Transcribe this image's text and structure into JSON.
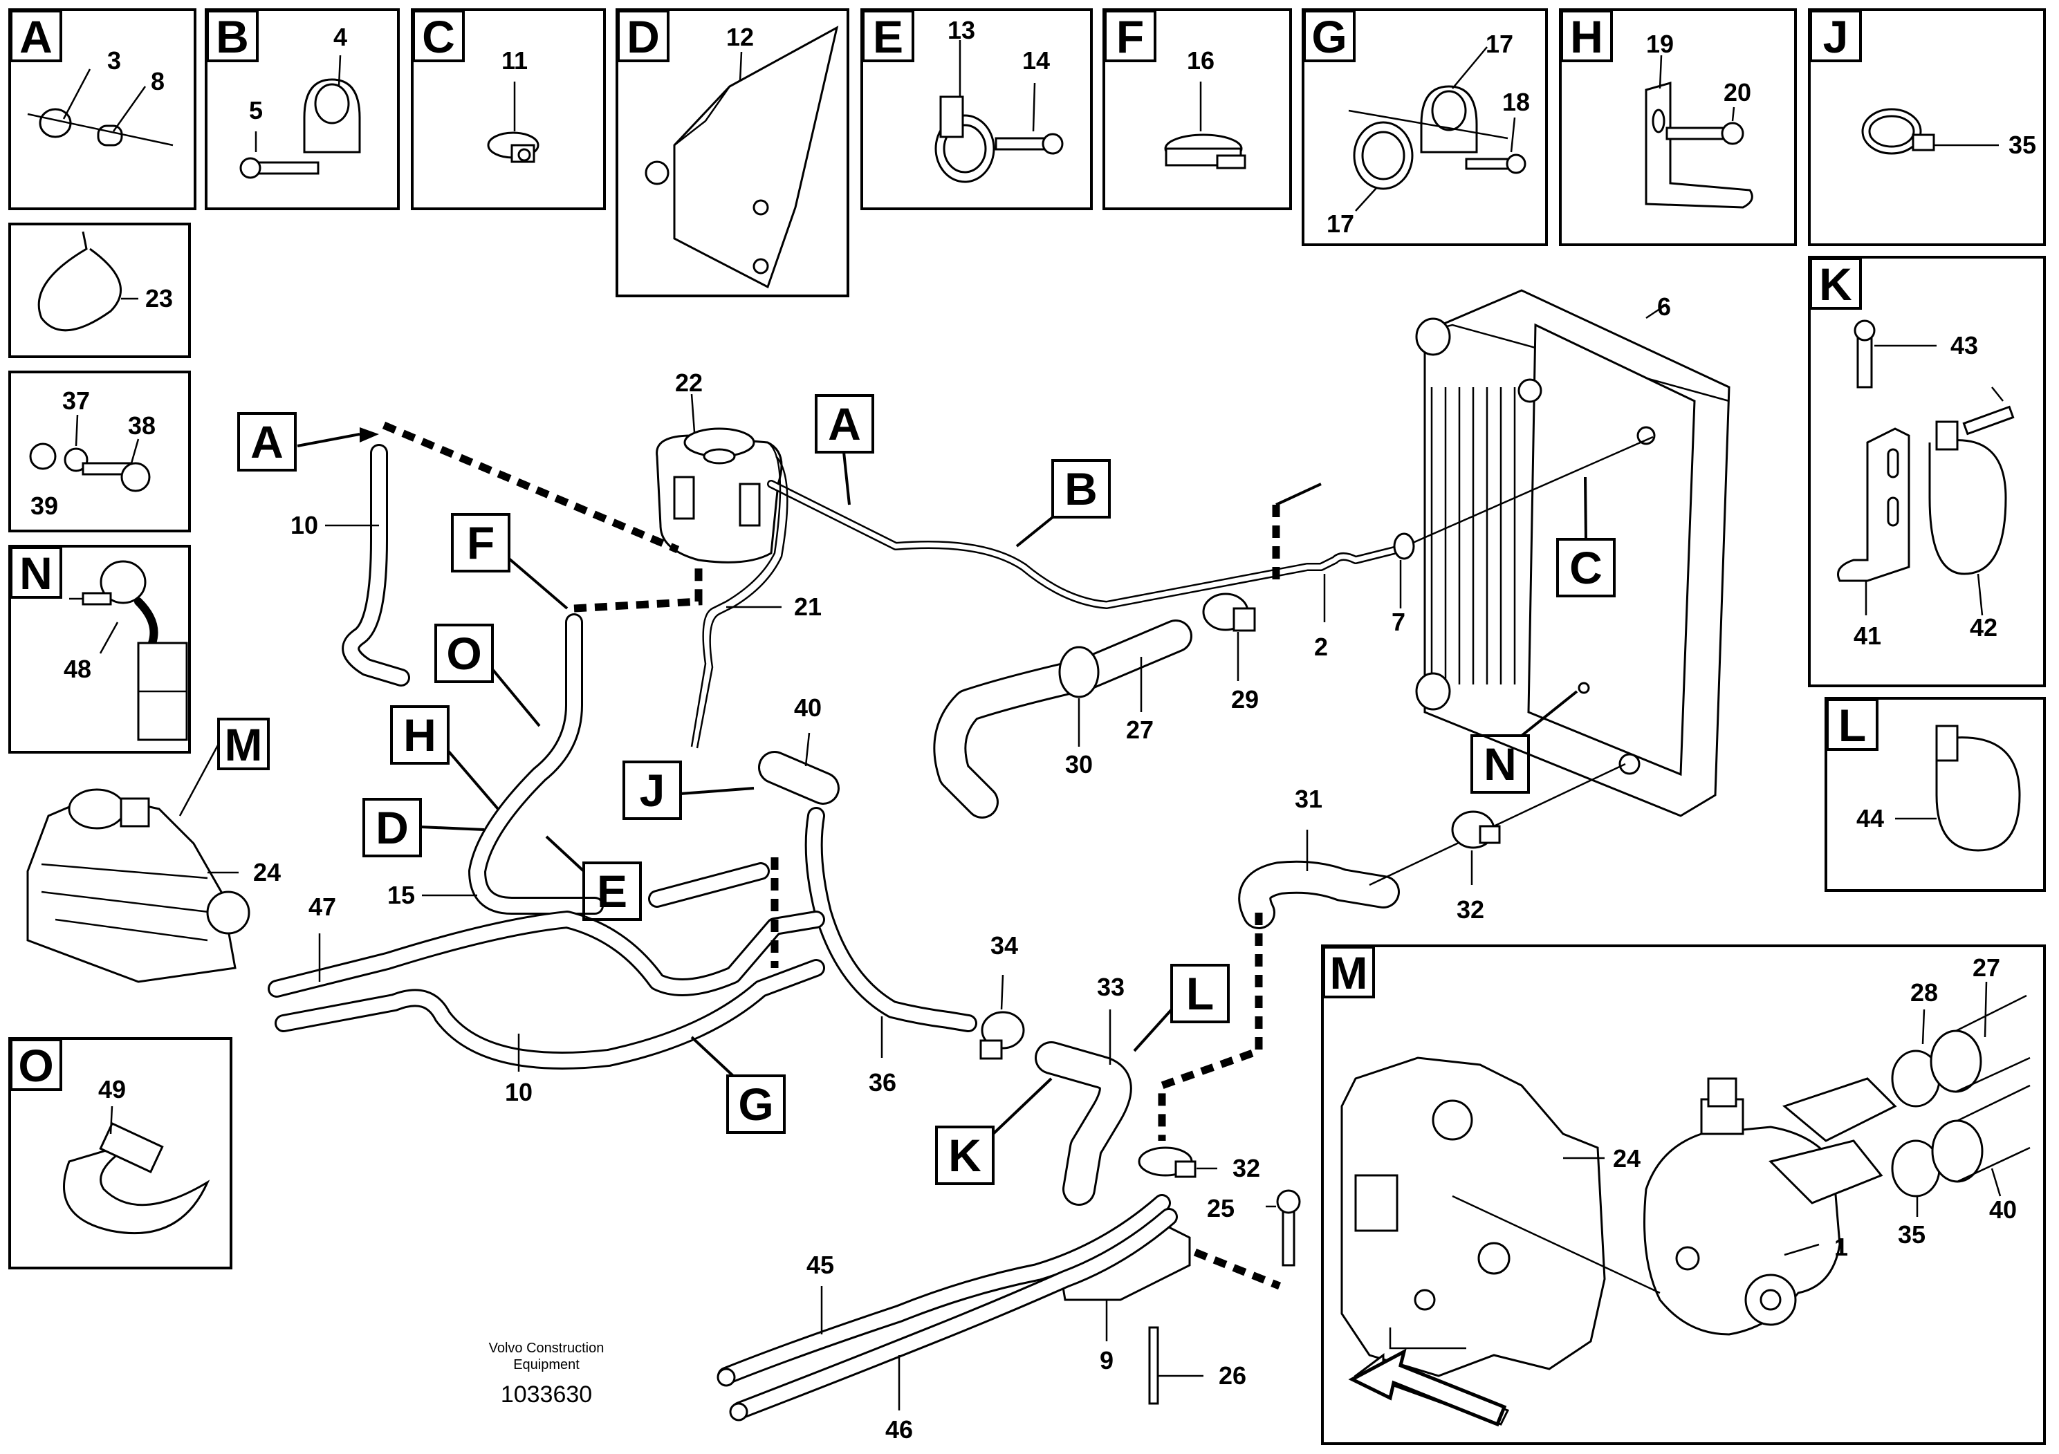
{
  "labels": {
    "A": "A",
    "B": "B",
    "C": "C",
    "D": "D",
    "E": "E",
    "F": "F",
    "G": "G",
    "H": "H",
    "J": "J",
    "K": "K",
    "L": "L",
    "M": "M",
    "N": "N",
    "O": "O"
  },
  "parts": {
    "p1": "1",
    "p2": "2",
    "p3": "3",
    "p4": "4",
    "p5": "5",
    "p6": "6",
    "p7": "7",
    "p8": "8",
    "p9": "9",
    "p10": "10",
    "p11": "11",
    "p12": "12",
    "p13": "13",
    "p14": "14",
    "p15": "15",
    "p16": "16",
    "p17": "17",
    "p18": "18",
    "p19": "19",
    "p20": "20",
    "p21": "21",
    "p22": "22",
    "p23": "23",
    "p24": "24",
    "p25": "25",
    "p26": "26",
    "p27": "27",
    "p28": "28",
    "p29": "29",
    "p30": "30",
    "p31": "31",
    "p32": "32",
    "p33": "33",
    "p34": "34",
    "p35": "35",
    "p36": "36",
    "p37": "37",
    "p38": "38",
    "p39": "39",
    "p40": "40",
    "p41": "41",
    "p42": "42",
    "p43": "43",
    "p44": "44",
    "p45": "45",
    "p46": "46",
    "p47": "47",
    "p48": "48",
    "p49": "49"
  },
  "footer": {
    "company_line1": "Volvo Construction",
    "company_line2": "Equipment",
    "document_number": "1033630"
  }
}
